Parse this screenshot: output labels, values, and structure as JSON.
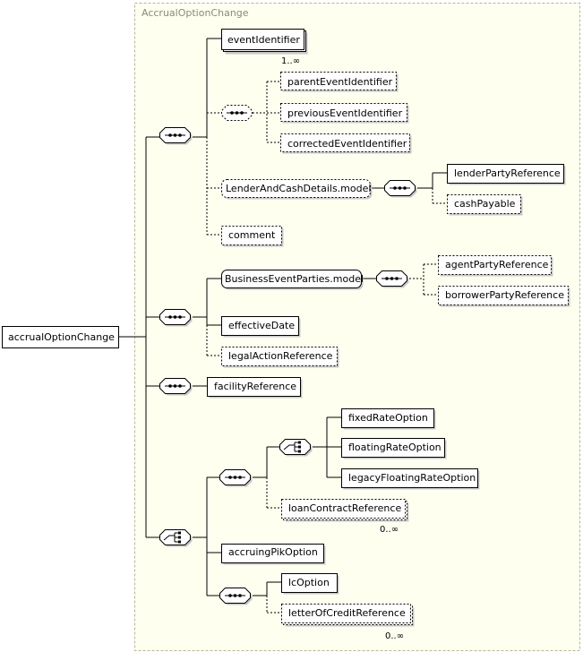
{
  "container": {
    "title": "AccrualOptionChange"
  },
  "root": {
    "label": "accrualOptionChange"
  },
  "elements": {
    "eventIdentifier": {
      "label": "eventIdentifier",
      "occurrence": "1..∞"
    },
    "parentEventIdentifier": {
      "label": "parentEventIdentifier"
    },
    "previousEventIdentifier": {
      "label": "previousEventIdentifier"
    },
    "correctedEventIdentifier": {
      "label": "correctedEventIdentifier"
    },
    "lenderAndCashDetailsModel": {
      "label": "LenderAndCashDetails.model"
    },
    "lenderPartyReference": {
      "label": "lenderPartyReference"
    },
    "cashPayable": {
      "label": "cashPayable"
    },
    "comment": {
      "label": "comment"
    },
    "businessEventPartiesModel": {
      "label": "BusinessEventParties.model"
    },
    "agentPartyReference": {
      "label": "agentPartyReference"
    },
    "borrowerPartyReference": {
      "label": "borrowerPartyReference"
    },
    "effectiveDate": {
      "label": "effectiveDate"
    },
    "legalActionReference": {
      "label": "legalActionReference"
    },
    "facilityReference": {
      "label": "facilityReference"
    },
    "fixedRateOption": {
      "label": "fixedRateOption"
    },
    "floatingRateOption": {
      "label": "floatingRateOption"
    },
    "legacyFloatingRateOption": {
      "label": "legacyFloatingRateOption"
    },
    "loanContractReference": {
      "label": "loanContractReference",
      "occurrence": "0..∞"
    },
    "accruingPikOption": {
      "label": "accruingPikOption"
    },
    "lcOption": {
      "label": "lcOption"
    },
    "letterOfCreditReference": {
      "label": "letterOfCreditReference",
      "occurrence": "0..∞"
    }
  },
  "colors": {
    "container_bg": "#fffff0",
    "container_border": "#b5b59a",
    "box_fill": "#ffffff",
    "shadow": "#c8c8c8",
    "compositor_fill": "#ffffff"
  }
}
